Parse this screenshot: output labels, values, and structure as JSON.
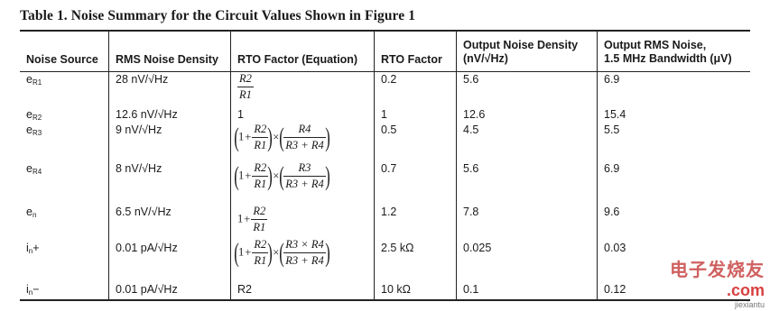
{
  "caption": "Table 1. Noise Summary for the Circuit Values Shown in Figure 1",
  "headers": {
    "noise_source": "Noise Source",
    "rms_density": "RMS Noise Density",
    "rto_equation": "RTO Factor (Equation)",
    "rto_factor": "RTO Factor",
    "output_density_l1": "Output Noise Density",
    "output_density_l2": "(nV/√Hz)",
    "output_rms_l1": "Output RMS Noise,",
    "output_rms_l2": "1.5 MHz Bandwidth (μV)"
  },
  "rows": [
    {
      "src_main": "e",
      "src_sub": "R1",
      "density": "28 nV/√Hz",
      "factor": "0.2",
      "out_density": "5.6",
      "out_rms": "6.9"
    },
    {
      "src_main": "e",
      "src_sub": "R2",
      "density": "12.6 nV/√Hz",
      "equation": "1",
      "factor": "1",
      "out_density": "12.6",
      "out_rms": "15.4"
    },
    {
      "src_main": "e",
      "src_sub": "R3",
      "density": "9 nV/√Hz",
      "factor": "0.5",
      "out_density": "4.5",
      "out_rms": "5.5"
    },
    {
      "src_main": "e",
      "src_sub": "R4",
      "density": "8 nV/√Hz",
      "factor": "0.7",
      "out_density": "5.6",
      "out_rms": "6.9"
    },
    {
      "src_main": "e",
      "src_sub": "n",
      "density": "6.5 nV/√Hz",
      "factor": "1.2",
      "out_density": "7.8",
      "out_rms": "9.6"
    },
    {
      "src_main": "i",
      "src_sub": "n",
      "src_suffix": "+",
      "density": "0.01 pA/√Hz",
      "factor": "2.5 kΩ",
      "out_density": "0.025",
      "out_rms": "0.03"
    },
    {
      "src_main": "i",
      "src_sub": "n",
      "src_suffix": "−",
      "density": "0.01 pA/√Hz",
      "equation": "R2",
      "factor": "10 kΩ",
      "out_density": "0.1",
      "out_rms": "0.12"
    }
  ],
  "math": {
    "one": "1",
    "plus": "+",
    "times": "×",
    "lparen": "(",
    "rparen": ")",
    "r2": "R2",
    "r1": "R1",
    "r3_plus_r4": "R3 + R4",
    "r3_times_r4": "R3 × R4",
    "r4": "R4",
    "r3": "R3"
  },
  "watermark": {
    "cn": "电子发烧友",
    "com": ".com",
    "url": "jiexiantu"
  }
}
